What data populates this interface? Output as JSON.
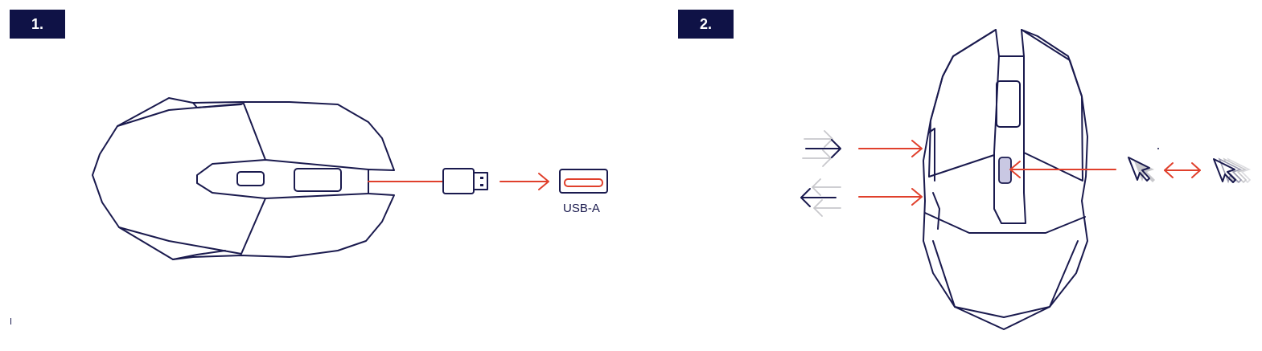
{
  "steps": [
    {
      "label": "1."
    },
    {
      "label": "2."
    }
  ],
  "port_label": "USB-A",
  "colors": {
    "badge": "#0f1246",
    "outline": "#1a1a4e",
    "arrow": "#e0402c",
    "faded": "#c8c8cc"
  }
}
